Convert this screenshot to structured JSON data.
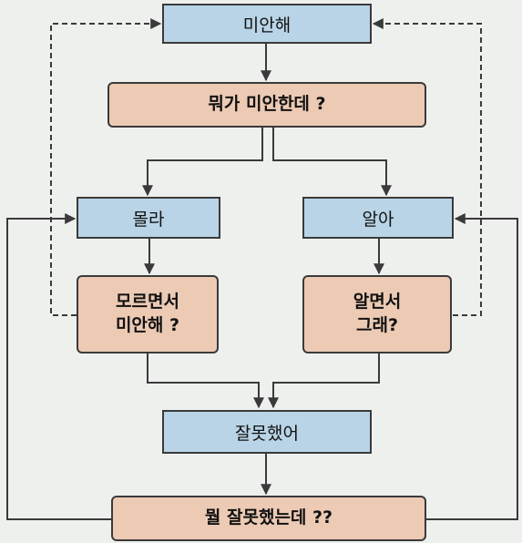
{
  "colors": {
    "blue_box": "#b9d4e6",
    "pink_box": "#eccab4",
    "line": "#3a3a3a",
    "background": "#eef0ee"
  },
  "nodes": {
    "sorry": "미안해",
    "what_sorry": "뭐가 미안한데 ?",
    "dont_know": "몰라",
    "know": "알아",
    "sorry_without_knowing_1": "모르면서",
    "sorry_without_knowing_2": "미안해 ?",
    "knowing_yet_1": "알면서",
    "knowing_yet_2": "그래?",
    "my_fault": "잘못했어",
    "what_fault": "뭘 잘못했는데 ??"
  }
}
